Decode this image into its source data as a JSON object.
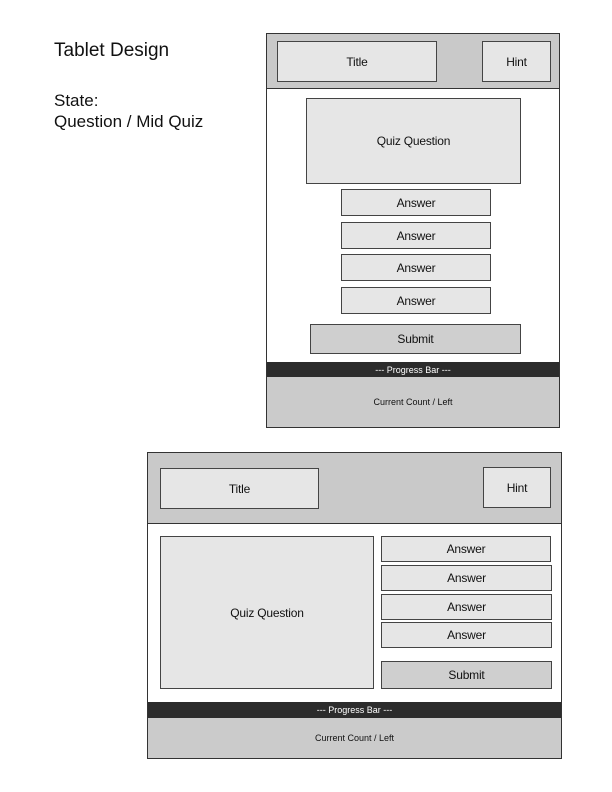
{
  "heading": "Tablet Design",
  "state_label": "State:",
  "state_value": "Question / Mid Quiz",
  "wireframe": {
    "title": "Title",
    "hint": "Hint",
    "question": "Quiz Question",
    "answers": [
      "Answer",
      "Answer",
      "Answer",
      "Answer"
    ],
    "submit": "Submit",
    "progress_bar": "--- Progress Bar ---",
    "footer": "Current Count / Left"
  }
}
